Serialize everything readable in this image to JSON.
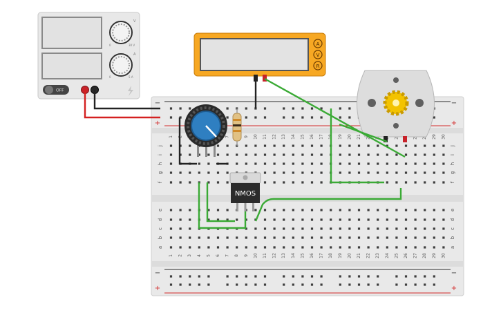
{
  "power_supply": {
    "off_label": "OFF",
    "voltage_unit": "V",
    "current_unit": "A",
    "scale_min": "0",
    "voltage_max": "30 V",
    "current_max": "5 A",
    "icon": "lightning-icon"
  },
  "multimeter": {
    "modes": [
      "A",
      "V",
      "R"
    ],
    "frame_color": "#f7a823",
    "mode_color": "#f7a823"
  },
  "breadboard": {
    "rail_plus": "+",
    "rail_minus": "−",
    "row_letters_top": [
      "j",
      "i",
      "h",
      "g",
      "f"
    ],
    "row_letters_bottom": [
      "e",
      "d",
      "c",
      "b",
      "a"
    ],
    "column_numbers": [
      "1",
      "2",
      "3",
      "4",
      "5",
      "6",
      "7",
      "8",
      "9",
      "10",
      "11",
      "12",
      "13",
      "14",
      "15",
      "16",
      "17",
      "18",
      "19",
      "20",
      "21",
      "22",
      "23",
      "24",
      "25",
      "26",
      "27",
      "28",
      "29",
      "30"
    ],
    "rail_red": "#d42a2a",
    "rail_black": "#2b2b2b"
  },
  "transistor": {
    "label": "NMOS"
  },
  "motor": {
    "icon": "gear-icon",
    "gear_color": "#f3c300"
  },
  "potentiometer": {
    "knob_color": "#2f7fc1",
    "icon": "knob-icon"
  },
  "resistor": {
    "band_colors": [
      "#d08a2a",
      "#3a2a1a",
      "#d08a2a"
    ]
  },
  "wires": {
    "green": "#3aaa35",
    "red": "#d42020",
    "black": "#222222"
  }
}
